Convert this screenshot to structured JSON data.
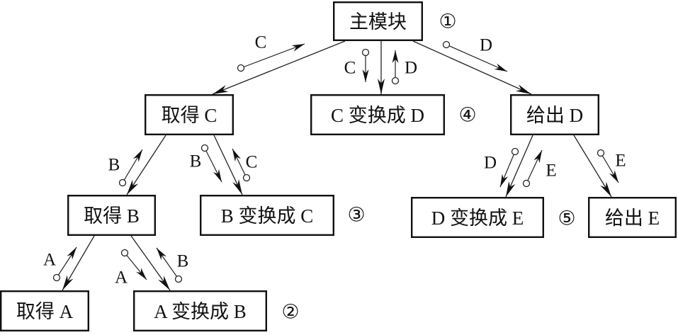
{
  "diagram": {
    "modules": [
      {
        "id": "main",
        "label": "主模块",
        "number": "①"
      },
      {
        "id": "getC",
        "label": "取得 C"
      },
      {
        "id": "convCD",
        "label": "C 变换成 D",
        "number": "④"
      },
      {
        "id": "putD",
        "label": "给出 D"
      },
      {
        "id": "getB",
        "label": "取得 B"
      },
      {
        "id": "convBC",
        "label": "B 变换成 C",
        "number": "③"
      },
      {
        "id": "convDE",
        "label": "D 变换成 E",
        "number": "⑤"
      },
      {
        "id": "putE",
        "label": "给出 E"
      },
      {
        "id": "getA",
        "label": "取得 A"
      },
      {
        "id": "convAB",
        "label": "A 变换成 B",
        "number": "②"
      }
    ],
    "connections": [
      {
        "from": "main",
        "to": "getC",
        "flows": [
          {
            "label": "C",
            "direction": "up"
          }
        ]
      },
      {
        "from": "main",
        "to": "convCD",
        "flows": [
          {
            "label": "C",
            "direction": "down"
          },
          {
            "label": "D",
            "direction": "up"
          }
        ]
      },
      {
        "from": "main",
        "to": "putD",
        "flows": [
          {
            "label": "D",
            "direction": "down"
          }
        ]
      },
      {
        "from": "getC",
        "to": "getB",
        "flows": [
          {
            "label": "B",
            "direction": "up"
          }
        ]
      },
      {
        "from": "getC",
        "to": "convBC",
        "flows": [
          {
            "label": "B",
            "direction": "down"
          },
          {
            "label": "C",
            "direction": "up"
          }
        ]
      },
      {
        "from": "putD",
        "to": "convDE",
        "flows": [
          {
            "label": "D",
            "direction": "down"
          },
          {
            "label": "E",
            "direction": "up"
          }
        ]
      },
      {
        "from": "putD",
        "to": "putE",
        "flows": [
          {
            "label": "E",
            "direction": "down"
          }
        ]
      },
      {
        "from": "getB",
        "to": "getA",
        "flows": [
          {
            "label": "A",
            "direction": "up"
          }
        ]
      },
      {
        "from": "getB",
        "to": "convAB",
        "flows": [
          {
            "label": "A",
            "direction": "down"
          },
          {
            "label": "B",
            "direction": "up"
          }
        ]
      }
    ]
  }
}
